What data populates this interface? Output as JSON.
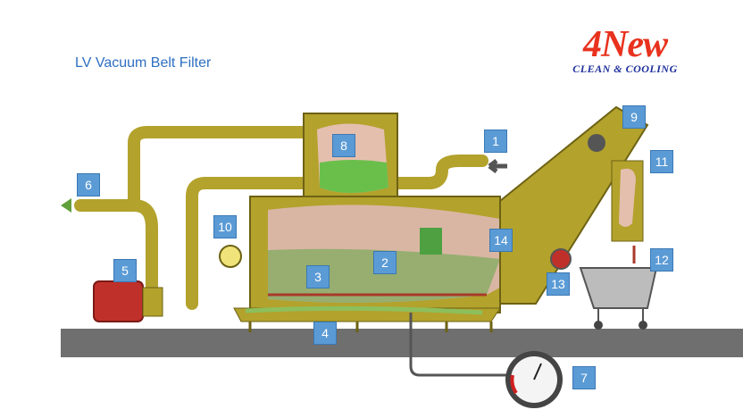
{
  "title": "LV Vacuum Belt Filter",
  "logo": {
    "main": "4New",
    "sub": "CLEAN & COOLING"
  },
  "callouts": [
    "1",
    "2",
    "3",
    "4",
    "5",
    "6",
    "7",
    "8",
    "9",
    "10",
    "11",
    "12",
    "13",
    "14"
  ],
  "colors": {
    "structure": "#b3a22c",
    "callout": "#5b9bd5",
    "ground": "#6f6f6f",
    "pump": "#c0302a",
    "logo_red": "#e8321e",
    "logo_blue": "#1c2f9a"
  }
}
